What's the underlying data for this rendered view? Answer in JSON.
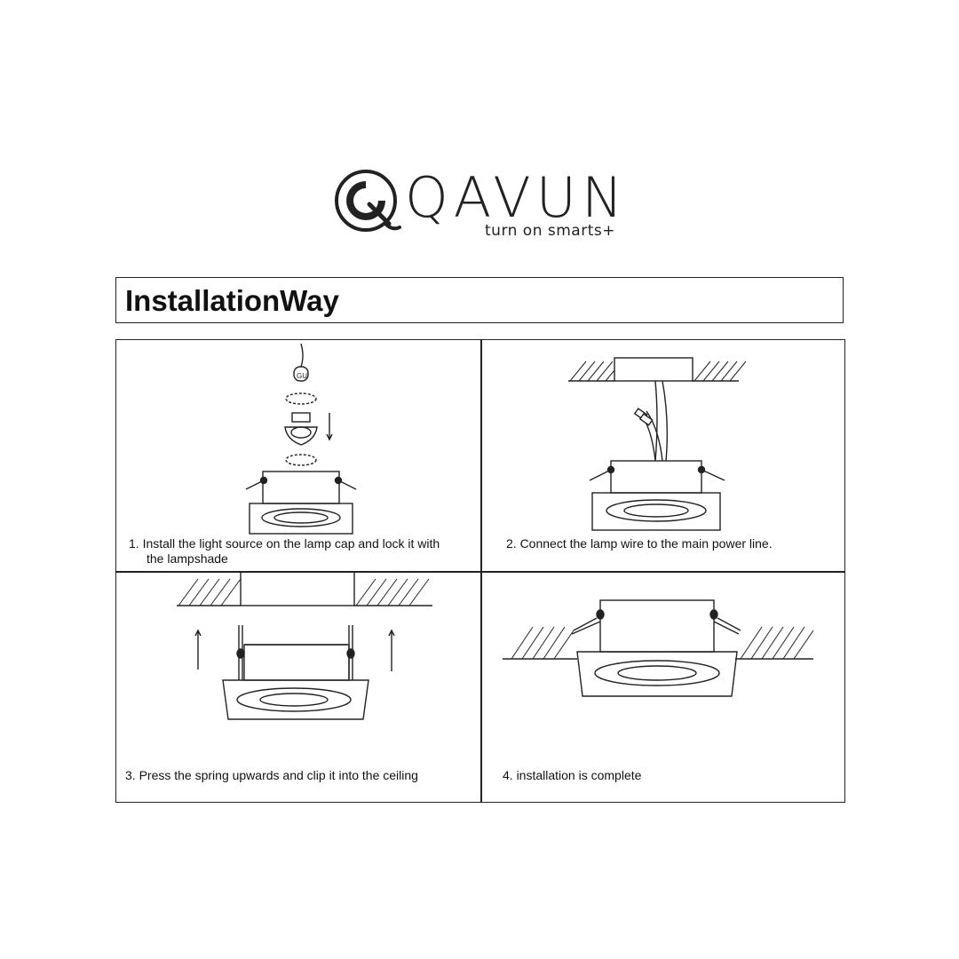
{
  "brand": {
    "name": "QAVUN",
    "tagline": "turn on smarts+"
  },
  "title": "InstallationWay",
  "steps": [
    {
      "line1": "1. Install the light source on the lamp cap and lock it with",
      "line2": "the lampshade"
    },
    {
      "line1": "2. Connect the lamp wire to the main power line."
    },
    {
      "line1": "3. Press the spring upwards and clip it into the ceiling"
    },
    {
      "line1": "4. installation is complete"
    }
  ]
}
